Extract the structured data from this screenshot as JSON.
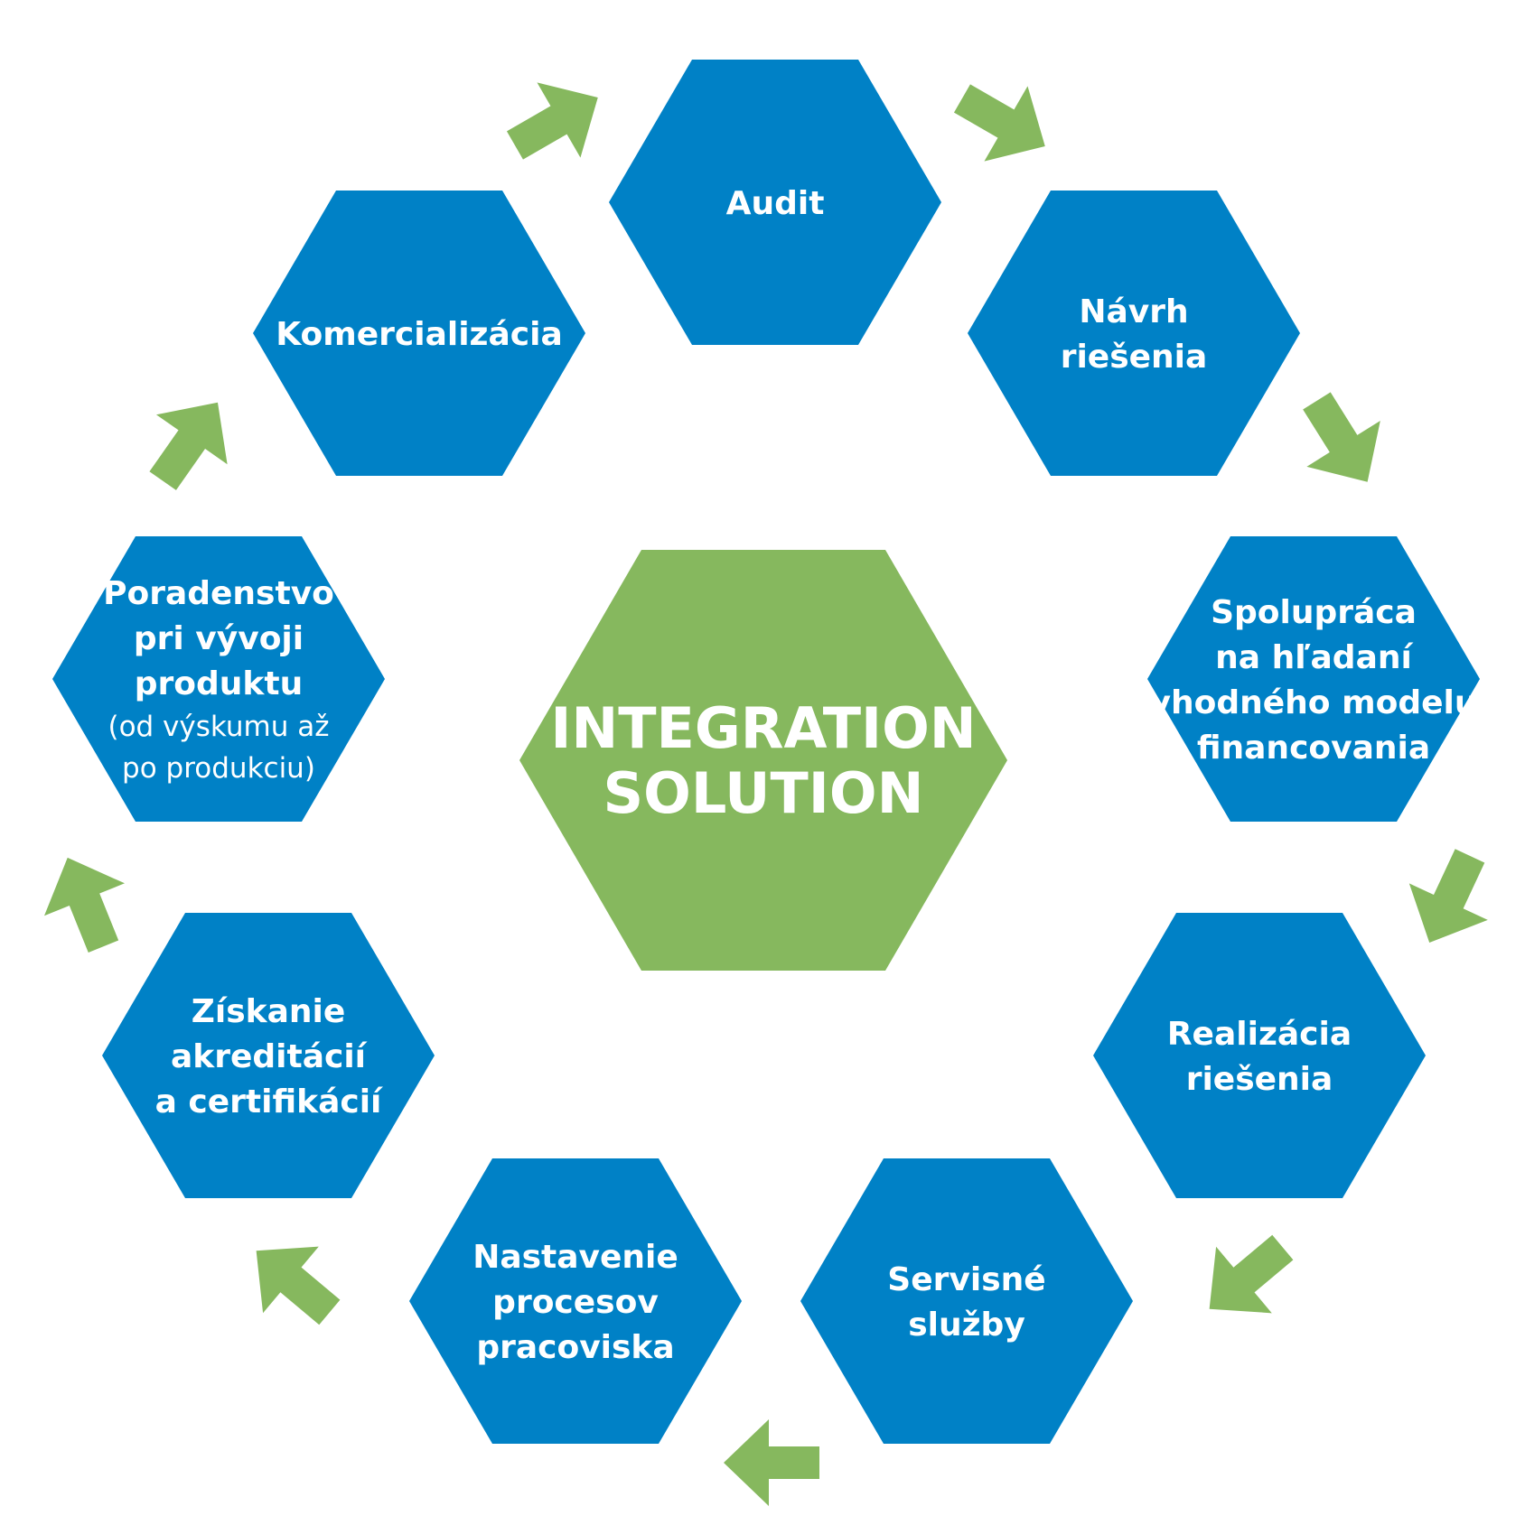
{
  "colors": {
    "step": "#0081c6",
    "center": "#86b85e",
    "arrow": "#86b85e",
    "text": "#ffffff"
  },
  "center": {
    "lines": [
      "INTEGRATION",
      "SOLUTION"
    ]
  },
  "steps": [
    {
      "id": "audit",
      "lines": [
        "Audit"
      ]
    },
    {
      "id": "navrh",
      "lines": [
        "Návrh",
        "riešenia"
      ]
    },
    {
      "id": "spolupraca",
      "lines": [
        "Spolupráca",
        "na hľadaní",
        "vhodného modelu",
        "financovania"
      ]
    },
    {
      "id": "realizacia",
      "lines": [
        "Realizácia",
        "riešenia"
      ]
    },
    {
      "id": "servisne",
      "lines": [
        "Servisné",
        "služby"
      ]
    },
    {
      "id": "nastavenie",
      "lines": [
        "Nastavenie",
        "procesov",
        "pracoviska"
      ]
    },
    {
      "id": "ziskanie",
      "lines": [
        "Získanie",
        "akreditácií",
        "a certifikácií"
      ]
    },
    {
      "id": "poradenstvo",
      "lines": [
        "Poradenstvo",
        "pri vývoji",
        "produktu"
      ],
      "sub_lines": [
        "(od výskumu až",
        "po produkciu)"
      ]
    },
    {
      "id": "komercializacia",
      "lines": [
        "Komercializácia"
      ]
    }
  ]
}
